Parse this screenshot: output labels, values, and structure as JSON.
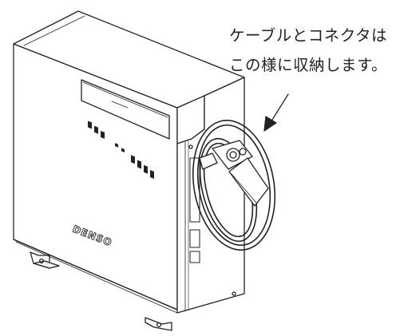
{
  "callout": {
    "line1": "ケーブルとコネクタは",
    "line2": "この様に収納します。"
  },
  "unit": {
    "brand": "DENSO"
  },
  "colors": {
    "ink": "#222222",
    "panel_face": "#ffffff",
    "panel_shade": "#f2f2f2"
  }
}
